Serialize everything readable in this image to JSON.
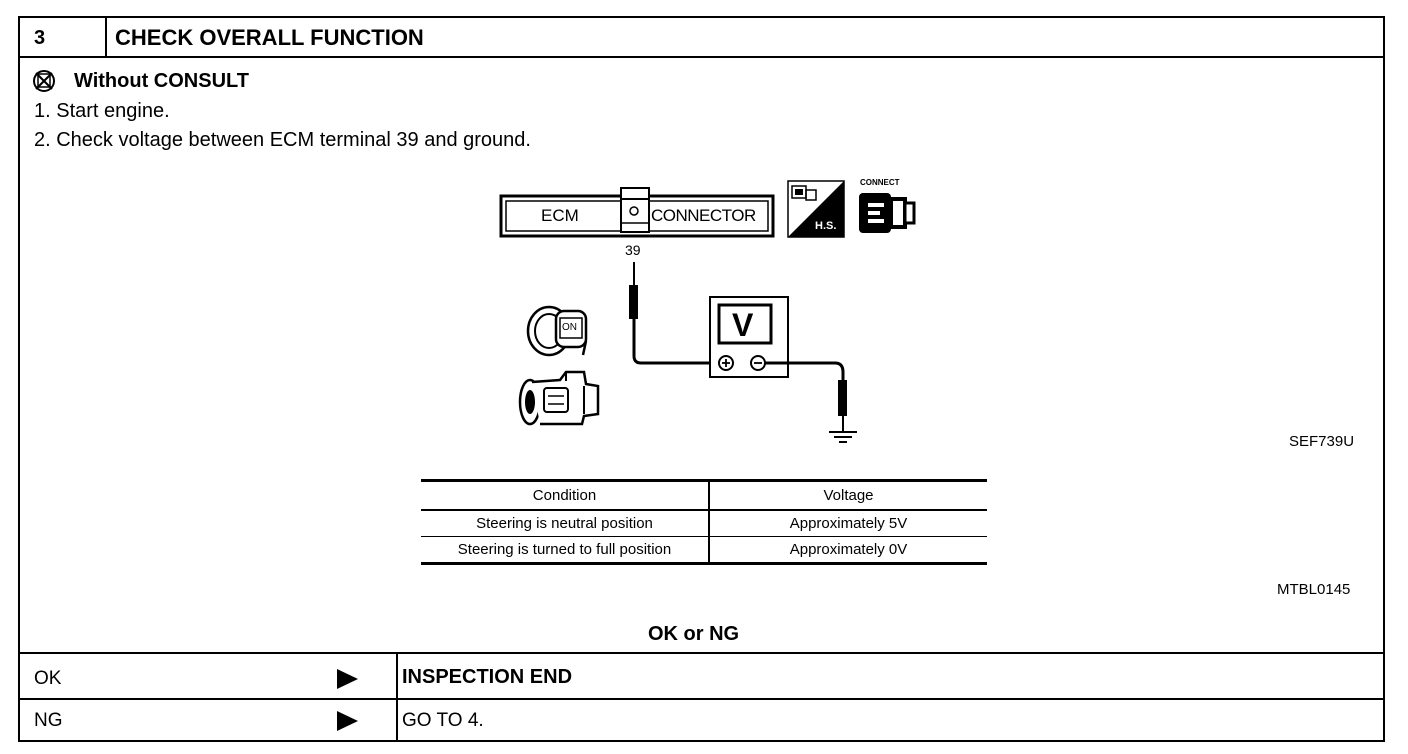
{
  "header": {
    "step_number": "3",
    "title": "CHECK OVERALL FUNCTION"
  },
  "body": {
    "mode_label": "Without CONSULT",
    "instructions": [
      "1.  Start engine.",
      "2.  Check voltage between ECM terminal 39 and ground."
    ]
  },
  "diagram": {
    "ecm_label": "ECM",
    "connector_label": "CONNECTOR",
    "terminal_number": "39",
    "meter_label": "V",
    "hs_label": "H.S.",
    "connect_label": "CONNECT",
    "key_label": "ON",
    "figure_code": "SEF739U",
    "icons": [
      "harness-connector-icon",
      "connect-icon",
      "ignition-key-icon",
      "engine-icon",
      "voltmeter-icon",
      "ground-icon"
    ]
  },
  "condition_table": {
    "headers": [
      "Condition",
      "Voltage"
    ],
    "rows": [
      [
        "Steering is neutral position",
        "Approximately 5V"
      ],
      [
        "Steering is turned to full position",
        "Approximately 0V"
      ]
    ],
    "table_code": "MTBL0145"
  },
  "result_prompt": "OK or NG",
  "results": [
    {
      "status": "OK",
      "action": "INSPECTION END"
    },
    {
      "status": "NG",
      "action": "GO TO 4."
    }
  ]
}
